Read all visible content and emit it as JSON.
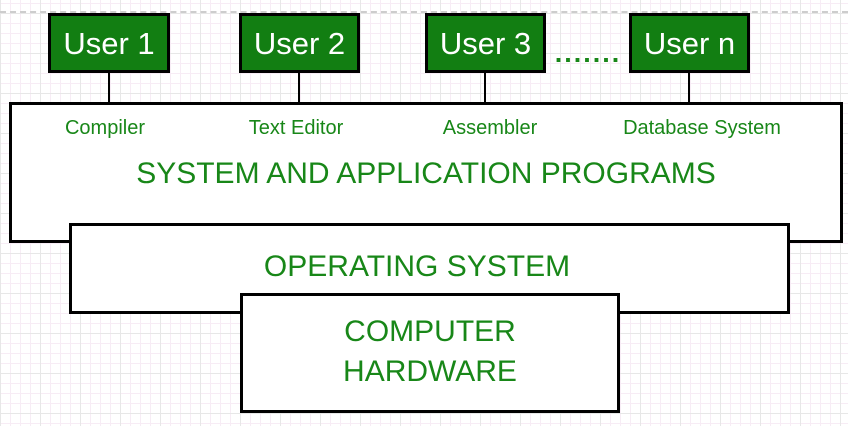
{
  "diagram": {
    "users": [
      {
        "label": "User 1"
      },
      {
        "label": "User 2"
      },
      {
        "label": "User 3"
      },
      {
        "label": "User n"
      }
    ],
    "ellipsis_dots": ".......",
    "program_labels": [
      "Compiler",
      "Text Editor",
      "Assembler",
      "Database System"
    ],
    "layers": {
      "system_programs": "SYSTEM AND APPLICATION PROGRAMS",
      "operating_system": "OPERATING SYSTEM",
      "hardware_lines": [
        "COMPUTER",
        "HARDWARE"
      ]
    },
    "colors": {
      "user_box_fill": "#127e12",
      "green_text": "#188718",
      "border": "#000000",
      "user_box_text": "#ffffff",
      "grid_major": "#e7e7e7",
      "grid_minor": "#f7ecf5",
      "guide_dash": "#cdcdcd"
    }
  }
}
